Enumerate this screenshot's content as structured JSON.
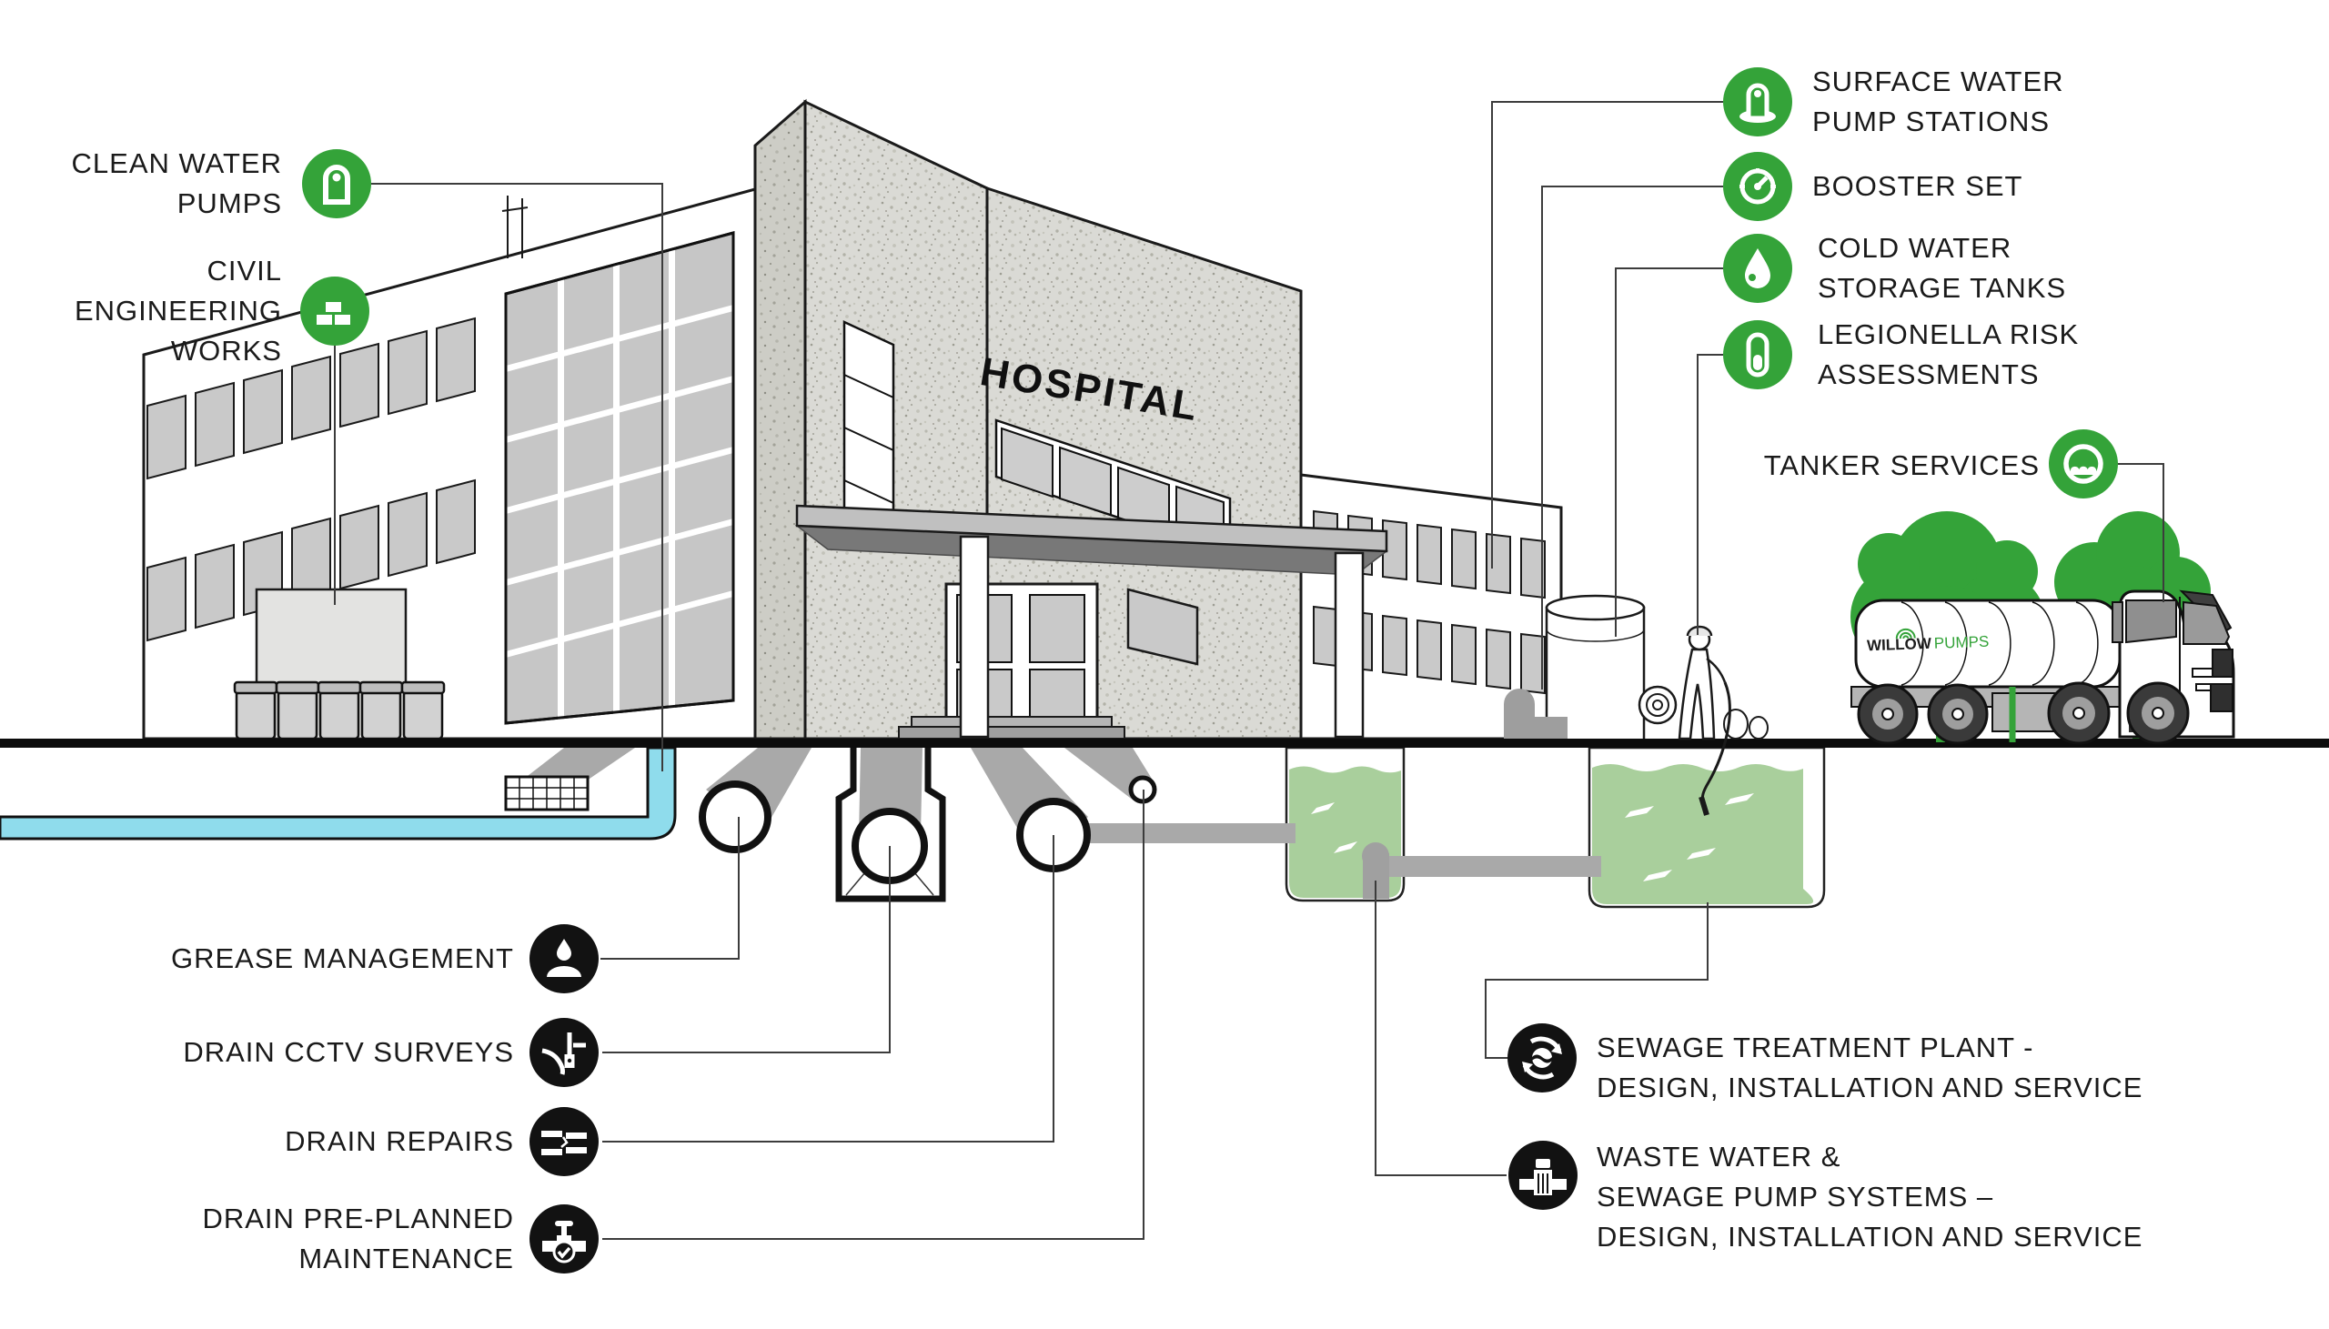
{
  "colors": {
    "accent_green": "#34a339",
    "icon_black": "#121212",
    "tank_water_green": "#a9cf9c",
    "clean_water_blue": "#8fdcec",
    "pipe_gray": "#a9a9a9",
    "concrete_gray": "#dadad5"
  },
  "building": {
    "sign": "HOSPITAL"
  },
  "truck_logo": {
    "willow": "WILLOW",
    "pumps": "PUMPS"
  },
  "labels": {
    "clean_water_pumps": {
      "lines": [
        "CLEAN WATER",
        "PUMPS"
      ]
    },
    "civil_engineering": {
      "lines": [
        "CIVIL",
        "ENGINEERING",
        "WORKS"
      ]
    },
    "surface_water": {
      "lines": [
        "SURFACE WATER",
        "PUMP STATIONS"
      ]
    },
    "booster_set": {
      "lines": [
        "BOOSTER SET"
      ]
    },
    "cold_water": {
      "lines": [
        "COLD WATER",
        "STORAGE TANKS"
      ]
    },
    "legionella": {
      "lines": [
        "LEGIONELLA RISK",
        "ASSESSMENTS"
      ]
    },
    "tanker_services": {
      "lines": [
        "TANKER SERVICES"
      ]
    },
    "grease": {
      "lines": [
        "GREASE MANAGEMENT"
      ]
    },
    "cctv": {
      "lines": [
        "DRAIN CCTV SURVEYS"
      ]
    },
    "repairs": {
      "lines": [
        "DRAIN REPAIRS"
      ]
    },
    "maintenance": {
      "lines": [
        "DRAIN PRE-PLANNED",
        "MAINTENANCE"
      ]
    },
    "sewage_plant": {
      "lines": [
        "SEWAGE TREATMENT PLANT -",
        "DESIGN, INSTALLATION AND SERVICE"
      ]
    },
    "waste_water": {
      "lines": [
        "WASTE WATER &",
        "SEWAGE PUMP SYSTEMS –",
        "DESIGN, INSTALLATION AND SERVICE"
      ]
    }
  }
}
